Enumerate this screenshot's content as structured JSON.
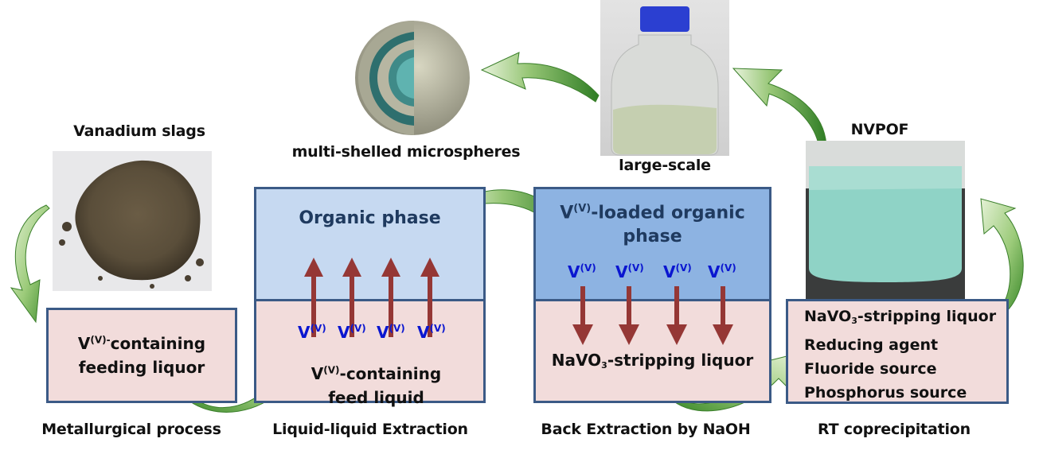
{
  "title_labels": {
    "vanadium_slags": "Vanadium slags",
    "microspheres": "multi-shelled microspheres",
    "large_scale": "large-scale",
    "nvpof": "NVPOF"
  },
  "stages": {
    "metallurgical": {
      "caption": "Metallurgical process",
      "box_line1_prefix": "V",
      "box_line1_sup": "(V)-",
      "box_line1_rest": "containing",
      "box_line2": "feeding liquor"
    },
    "extraction": {
      "caption": "Liquid-liquid Extraction",
      "upper_text": "Organic phase",
      "lower_line1_prefix": "V",
      "lower_line1_sup": "(V)",
      "lower_line1_rest": "-containing",
      "lower_line2": "feed liquid",
      "species": [
        "V",
        "V",
        "V",
        "V"
      ],
      "species_sup": "(V)"
    },
    "back_extraction": {
      "caption": "Back Extraction by NaOH",
      "upper_line1_prefix": "V",
      "upper_line1_sup": "(V)",
      "upper_line1_rest": "-loaded organic",
      "upper_line2": "phase",
      "lower_prefix": "NaVO",
      "lower_sub": "3",
      "lower_rest": "-stripping liquor",
      "species": [
        "V",
        "V",
        "V",
        "V"
      ],
      "species_sup": "(V)"
    },
    "coprecipitation": {
      "caption": "RT coprecipitation",
      "item1_prefix": "NaVO",
      "item1_sub": "3",
      "item1_rest": "-stripping  liquor",
      "items": [
        "Reducing agent",
        "Fluoride source",
        "Phosphorus source"
      ]
    }
  },
  "colors": {
    "box_border": "#3b5a86",
    "pink_phase": "#f2dcdb",
    "organic_light": "#c6d9f1",
    "organic_loaded": "#8db3e2",
    "flow_arrow_red": "#953735",
    "species_blue": "#0a16d0",
    "organic_text": "#1f3a5f",
    "green_arrow_dark": "#3f8a2e",
    "green_arrow_light": "#d7eac0"
  },
  "icons": {
    "flow_arrows": "green-curved-arrow",
    "transfer_arrows": "red-vertical-arrow"
  }
}
